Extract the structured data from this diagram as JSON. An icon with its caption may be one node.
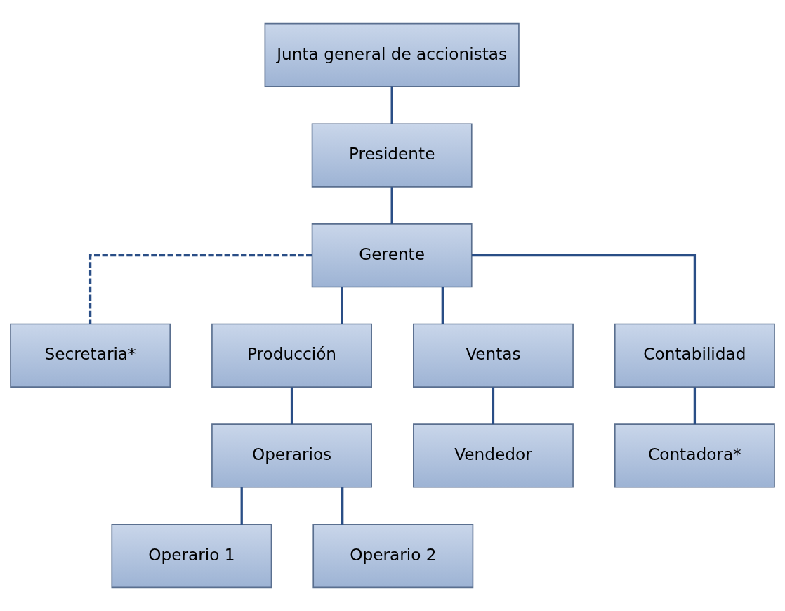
{
  "diagram": {
    "nodes": [
      {
        "text": [
          "Junta general de accionistas"
        ]
      },
      {
        "text": [
          "Presidente"
        ]
      },
      {
        "text": [
          "Gerente"
        ]
      },
      {
        "text": [
          "Secretaria*"
        ]
      },
      {
        "text": [
          "Producción"
        ]
      },
      {
        "text": [
          "Ventas"
        ]
      },
      {
        "text": [
          "Contabilidad"
        ]
      },
      {
        "text": [
          "Operarios"
        ]
      },
      {
        "text": [
          "Vendedor"
        ]
      },
      {
        "text": [
          "Contadora*"
        ]
      },
      {
        "text": [
          "Operario 1"
        ]
      },
      {
        "text": [
          "Operario 2"
        ]
      }
    ],
    "edges": [
      {
        "from": 0,
        "to": 1,
        "arrow": "none"
      },
      {
        "from": 1,
        "to": 2,
        "arrow": "none"
      },
      {
        "from": 2,
        "to": 3,
        "arrow": "none",
        "style": "dashed"
      },
      {
        "from": 2,
        "to": 4,
        "arrow": "none"
      },
      {
        "from": 2,
        "to": 5,
        "arrow": "none"
      },
      {
        "from": 2,
        "to": 6,
        "arrow": "none"
      },
      {
        "from": 4,
        "to": 7,
        "arrow": "none"
      },
      {
        "from": 5,
        "to": 8,
        "arrow": "none"
      },
      {
        "from": 6,
        "to": 9,
        "arrow": "none"
      },
      {
        "from": 7,
        "to": 10,
        "arrow": "none"
      },
      {
        "from": 7,
        "to": 11,
        "arrow": "none"
      }
    ]
  }
}
